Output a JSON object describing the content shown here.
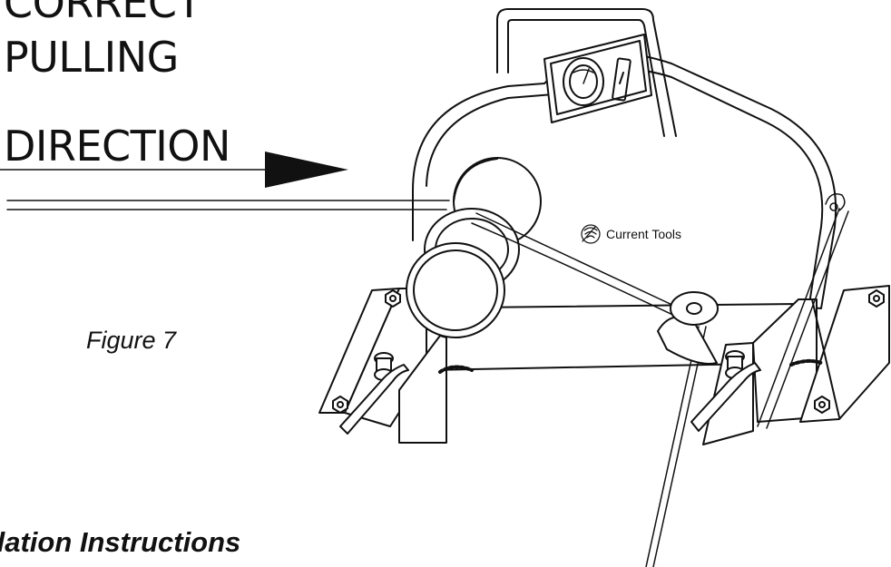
{
  "title": {
    "line1": "CORRECT",
    "line2": "PULLING",
    "line3": "DIRECTION"
  },
  "figure_label": "Figure 7",
  "brand_label": "Current Tools",
  "footer_heading": "llation Instructions"
}
